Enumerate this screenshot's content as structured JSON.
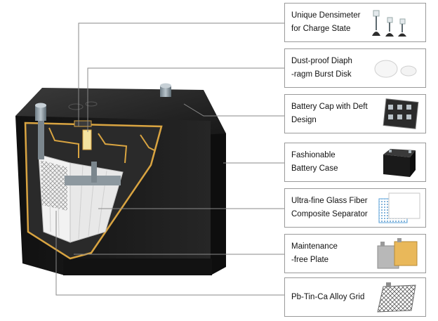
{
  "diagram": {
    "callouts": [
      {
        "id": "densimeter",
        "line1": "Unique Densimeter",
        "line2": "for Charge State",
        "icon": "densimeter-icon"
      },
      {
        "id": "burst-disk",
        "line1": "Dust-proof Diaph",
        "line2": "-ragm Burst Disk",
        "icon": "burst-disk-icon"
      },
      {
        "id": "battery-cap",
        "line1": "Battery Cap with Deft",
        "line2": "Design",
        "icon": "battery-cap-icon"
      },
      {
        "id": "battery-case",
        "line1": "Fashionable",
        "line2": "Battery Case",
        "icon": "battery-case-icon"
      },
      {
        "id": "separator",
        "line1": "Ultra-fine Glass Fiber",
        "line2": "Composite Separator",
        "icon": "separator-icon"
      },
      {
        "id": "plate",
        "line1": "Maintenance",
        "line2": "-free Plate",
        "icon": "plate-icon"
      },
      {
        "id": "grid",
        "line1": "Pb-Tin-Ca Alloy Grid",
        "line2": "",
        "icon": "alloy-grid-icon"
      }
    ],
    "colors": {
      "battery_body": "#1c1c1c",
      "battery_edge": "#d9a441",
      "leader_line": "#8a8a8a",
      "frame": "#9a9a9a"
    }
  }
}
